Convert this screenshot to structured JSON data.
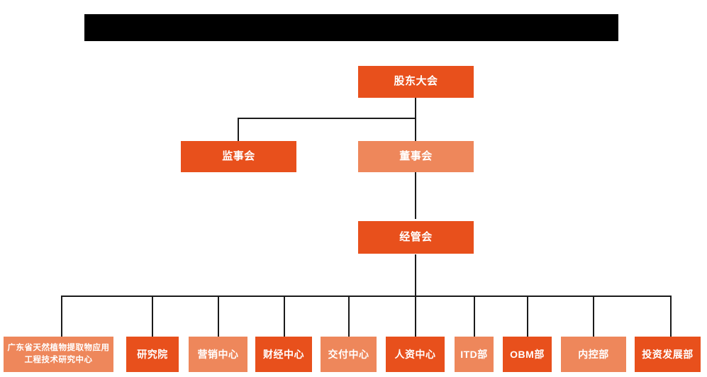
{
  "chart": {
    "type": "org-chart",
    "title_bar": {
      "redacted": true,
      "text": ""
    },
    "colors": {
      "dark_orange": "#e8501c",
      "light_orange": "#ee875b",
      "line": "#1a1a1a",
      "background": "#ffffff",
      "text": "#ffffff"
    },
    "nodes": {
      "shareholders_meeting": "股东大会",
      "board_of_supervisors": "监事会",
      "board_of_directors": "董事会",
      "management_committee": "经管会"
    },
    "departments": [
      {
        "label": "广东省天然植物提取物应用工程技术研究中心",
        "tone": "light"
      },
      {
        "label": "研究院",
        "tone": "dark"
      },
      {
        "label": "营销中心",
        "tone": "light"
      },
      {
        "label": "财经中心",
        "tone": "dark"
      },
      {
        "label": "交付中心",
        "tone": "light"
      },
      {
        "label": "人资中心",
        "tone": "dark"
      },
      {
        "label": "ITD部",
        "tone": "light"
      },
      {
        "label": "OBM部",
        "tone": "dark"
      },
      {
        "label": "内控部",
        "tone": "light"
      },
      {
        "label": "投资发展部",
        "tone": "dark"
      }
    ]
  }
}
